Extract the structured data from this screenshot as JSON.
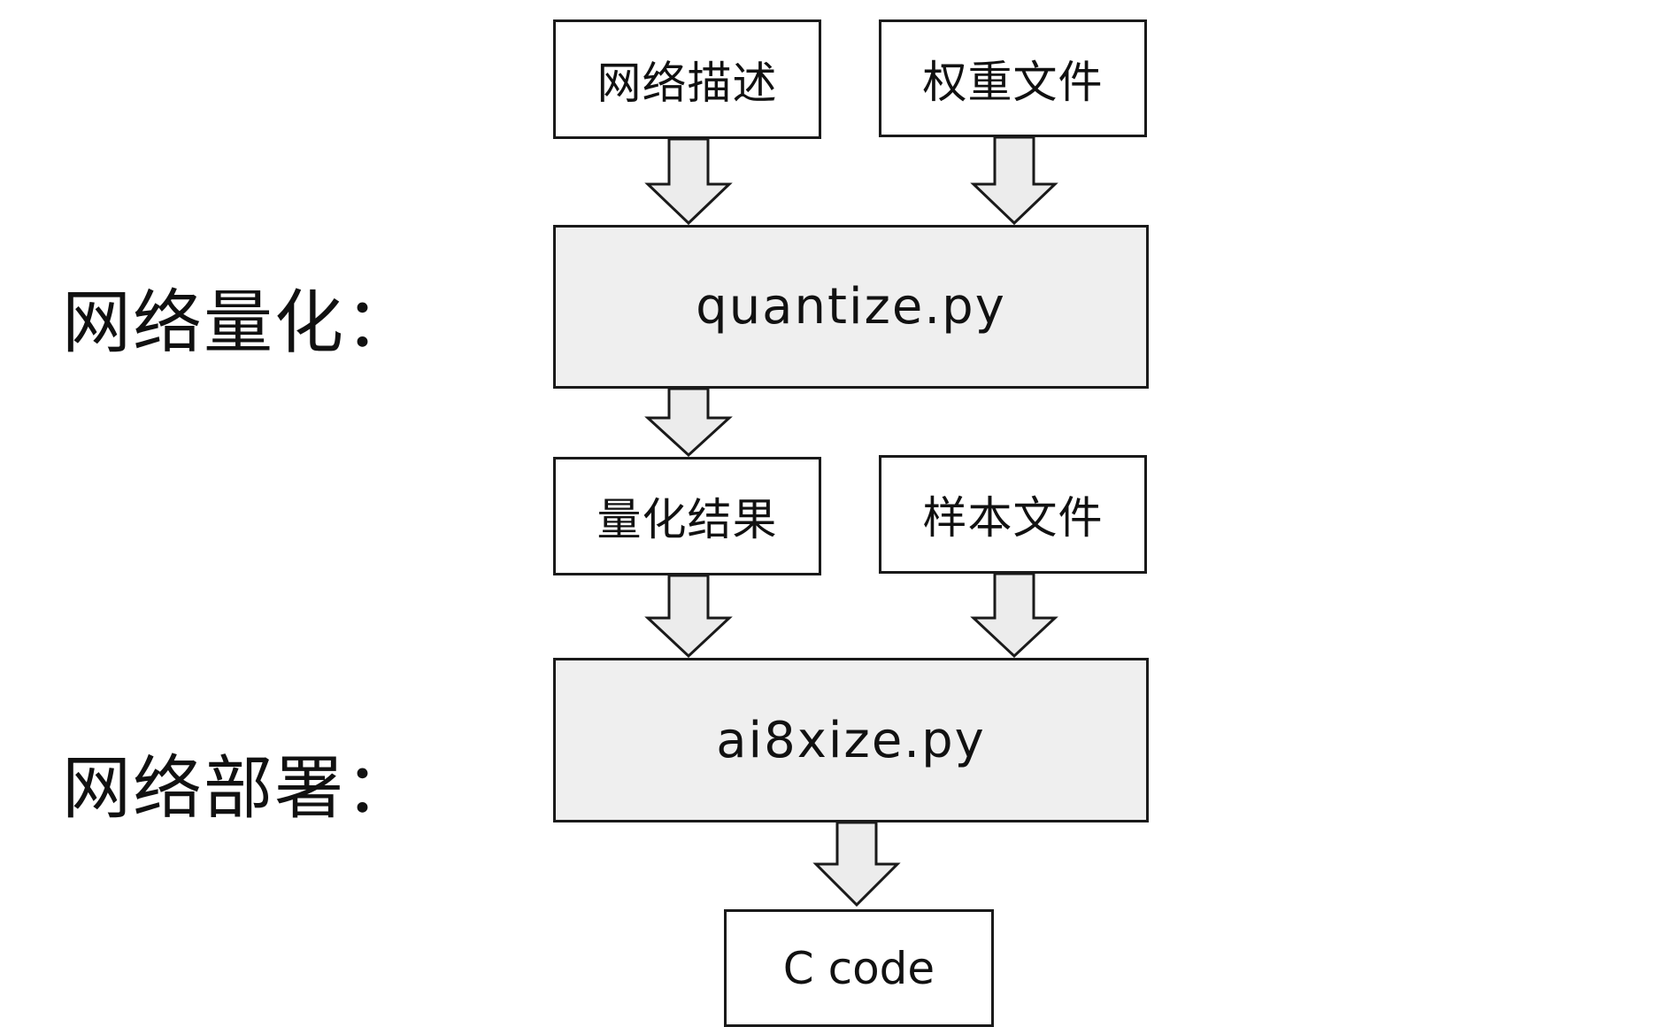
{
  "stages": {
    "quantize_label": "网络量化：",
    "deploy_label": "网络部署："
  },
  "nodes": {
    "network_desc": "网络描述",
    "weight_file": "权重文件",
    "quantize_script": "quantize.py",
    "quant_result": "量化结果",
    "sample_file": "样本文件",
    "ai8xize_script": "ai8xize.py",
    "c_code": "C code"
  },
  "colors": {
    "process_fill": "#efefef",
    "arrow_fill": "#ececec",
    "stroke": "#1a1a1a"
  }
}
